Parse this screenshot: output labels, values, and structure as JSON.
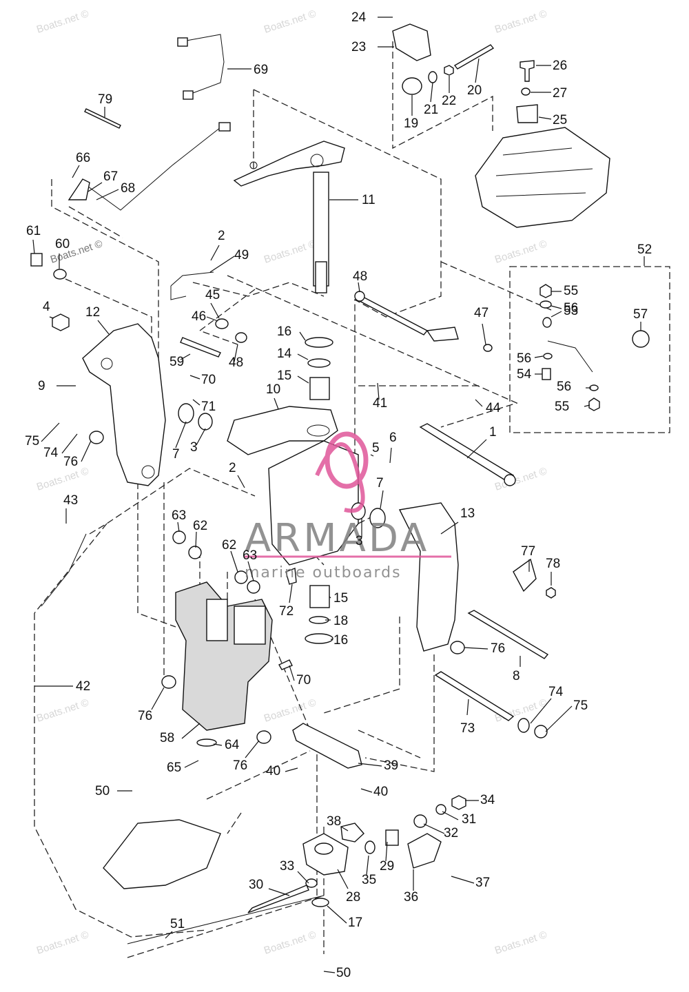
{
  "diagram": {
    "watermarks": [
      "Boats.net ©"
    ],
    "brand": {
      "name": "ARMADA",
      "tagline": "marine outboards",
      "accent_color": "#e0569a"
    },
    "callouts": [
      {
        "id": "c1",
        "label": "1"
      },
      {
        "id": "c2a",
        "label": "2"
      },
      {
        "id": "c2b",
        "label": "2"
      },
      {
        "id": "c3a",
        "label": "3"
      },
      {
        "id": "c3b",
        "label": "3"
      },
      {
        "id": "c4",
        "label": "4"
      },
      {
        "id": "c5",
        "label": "5"
      },
      {
        "id": "c6",
        "label": "6"
      },
      {
        "id": "c7a",
        "label": "7"
      },
      {
        "id": "c7b",
        "label": "7"
      },
      {
        "id": "c8",
        "label": "8"
      },
      {
        "id": "c9",
        "label": "9"
      },
      {
        "id": "c10",
        "label": "10"
      },
      {
        "id": "c11",
        "label": "11"
      },
      {
        "id": "c12",
        "label": "12"
      },
      {
        "id": "c13",
        "label": "13"
      },
      {
        "id": "c14",
        "label": "14"
      },
      {
        "id": "c15a",
        "label": "15"
      },
      {
        "id": "c15b",
        "label": "15"
      },
      {
        "id": "c16a",
        "label": "16"
      },
      {
        "id": "c16b",
        "label": "16"
      },
      {
        "id": "c17",
        "label": "17"
      },
      {
        "id": "c18",
        "label": "18"
      },
      {
        "id": "c19",
        "label": "19"
      },
      {
        "id": "c20",
        "label": "20"
      },
      {
        "id": "c21",
        "label": "21"
      },
      {
        "id": "c22",
        "label": "22"
      },
      {
        "id": "c23",
        "label": "23"
      },
      {
        "id": "c24",
        "label": "24"
      },
      {
        "id": "c25",
        "label": "25"
      },
      {
        "id": "c26",
        "label": "26"
      },
      {
        "id": "c27",
        "label": "27"
      },
      {
        "id": "c28",
        "label": "28"
      },
      {
        "id": "c29",
        "label": "29"
      },
      {
        "id": "c30",
        "label": "30"
      },
      {
        "id": "c31",
        "label": "31"
      },
      {
        "id": "c32",
        "label": "32"
      },
      {
        "id": "c33",
        "label": "33"
      },
      {
        "id": "c34",
        "label": "34"
      },
      {
        "id": "c35",
        "label": "35"
      },
      {
        "id": "c36",
        "label": "36"
      },
      {
        "id": "c37",
        "label": "37"
      },
      {
        "id": "c38",
        "label": "38"
      },
      {
        "id": "c39",
        "label": "39"
      },
      {
        "id": "c40a",
        "label": "40"
      },
      {
        "id": "c40b",
        "label": "40"
      },
      {
        "id": "c41",
        "label": "41"
      },
      {
        "id": "c42",
        "label": "42"
      },
      {
        "id": "c43",
        "label": "43"
      },
      {
        "id": "c44",
        "label": "44"
      },
      {
        "id": "c45",
        "label": "45"
      },
      {
        "id": "c46",
        "label": "46"
      },
      {
        "id": "c47",
        "label": "47"
      },
      {
        "id": "c48a",
        "label": "48"
      },
      {
        "id": "c48b",
        "label": "48"
      },
      {
        "id": "c49",
        "label": "49"
      },
      {
        "id": "c50a",
        "label": "50"
      },
      {
        "id": "c50b",
        "label": "50"
      },
      {
        "id": "c51",
        "label": "51"
      },
      {
        "id": "c52",
        "label": "52"
      },
      {
        "id": "c53",
        "label": "53"
      },
      {
        "id": "c54",
        "label": "54"
      },
      {
        "id": "c55a",
        "label": "55"
      },
      {
        "id": "c55b",
        "label": "55"
      },
      {
        "id": "c56a",
        "label": "56"
      },
      {
        "id": "c56b",
        "label": "56"
      },
      {
        "id": "c56c",
        "label": "56"
      },
      {
        "id": "c57",
        "label": "57"
      },
      {
        "id": "c58",
        "label": "58"
      },
      {
        "id": "c59",
        "label": "59"
      },
      {
        "id": "c60",
        "label": "60"
      },
      {
        "id": "c61",
        "label": "61"
      },
      {
        "id": "c62a",
        "label": "62"
      },
      {
        "id": "c62b",
        "label": "62"
      },
      {
        "id": "c63a",
        "label": "63"
      },
      {
        "id": "c63b",
        "label": "63"
      },
      {
        "id": "c64",
        "label": "64"
      },
      {
        "id": "c65",
        "label": "65"
      },
      {
        "id": "c66",
        "label": "66"
      },
      {
        "id": "c67",
        "label": "67"
      },
      {
        "id": "c68",
        "label": "68"
      },
      {
        "id": "c69",
        "label": "69"
      },
      {
        "id": "c70a",
        "label": "70"
      },
      {
        "id": "c70b",
        "label": "70"
      },
      {
        "id": "c71",
        "label": "71"
      },
      {
        "id": "c72",
        "label": "72"
      },
      {
        "id": "c73",
        "label": "73"
      },
      {
        "id": "c74a",
        "label": "74"
      },
      {
        "id": "c74b",
        "label": "74"
      },
      {
        "id": "c75a",
        "label": "75"
      },
      {
        "id": "c75b",
        "label": "75"
      },
      {
        "id": "c76a",
        "label": "76"
      },
      {
        "id": "c76b",
        "label": "76"
      },
      {
        "id": "c76c",
        "label": "76"
      },
      {
        "id": "c76d",
        "label": "76"
      },
      {
        "id": "c77",
        "label": "77"
      },
      {
        "id": "c78",
        "label": "78"
      },
      {
        "id": "c79",
        "label": "79"
      }
    ]
  }
}
